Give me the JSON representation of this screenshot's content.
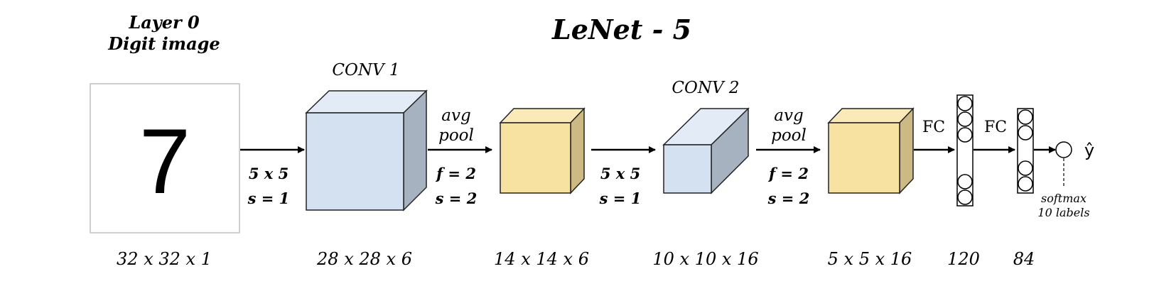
{
  "title": "LeNet - 5",
  "input": {
    "title_line1": "Layer 0",
    "title_line2": "Digit image",
    "digit": "7",
    "dim": "32 x 32 x 1"
  },
  "conv1": {
    "label": "CONV 1",
    "kernel": "5 x 5",
    "stride": "s = 1",
    "dim": "28 x 28 x 6"
  },
  "pool1": {
    "label_line1": "avg",
    "label_line2": "pool",
    "filter": "f = 2",
    "stride": "s = 2",
    "dim": "14 x 14 x 6"
  },
  "conv2": {
    "label": "CONV 2",
    "kernel": "5 x 5",
    "stride": "s = 1",
    "dim": "10 x 10 x 16"
  },
  "pool2": {
    "label_line1": "avg",
    "label_line2": "pool",
    "filter": "f = 2",
    "stride": "s = 2",
    "dim": "5 x 5 x 16"
  },
  "fc1": {
    "label": "FC",
    "dim": "120"
  },
  "fc2": {
    "label": "FC",
    "dim": "84"
  },
  "output": {
    "symbol": "ŷ",
    "note_line1": "softmax",
    "note_line2": "10 labels"
  },
  "colors": {
    "conv_front": "#d3e1f0",
    "conv_top": "#e2ebf6",
    "conv_side": "#a7b2c0",
    "pool_front": "#f8e2a1",
    "pool_top": "#fbeab7",
    "pool_side": "#cdb984"
  }
}
